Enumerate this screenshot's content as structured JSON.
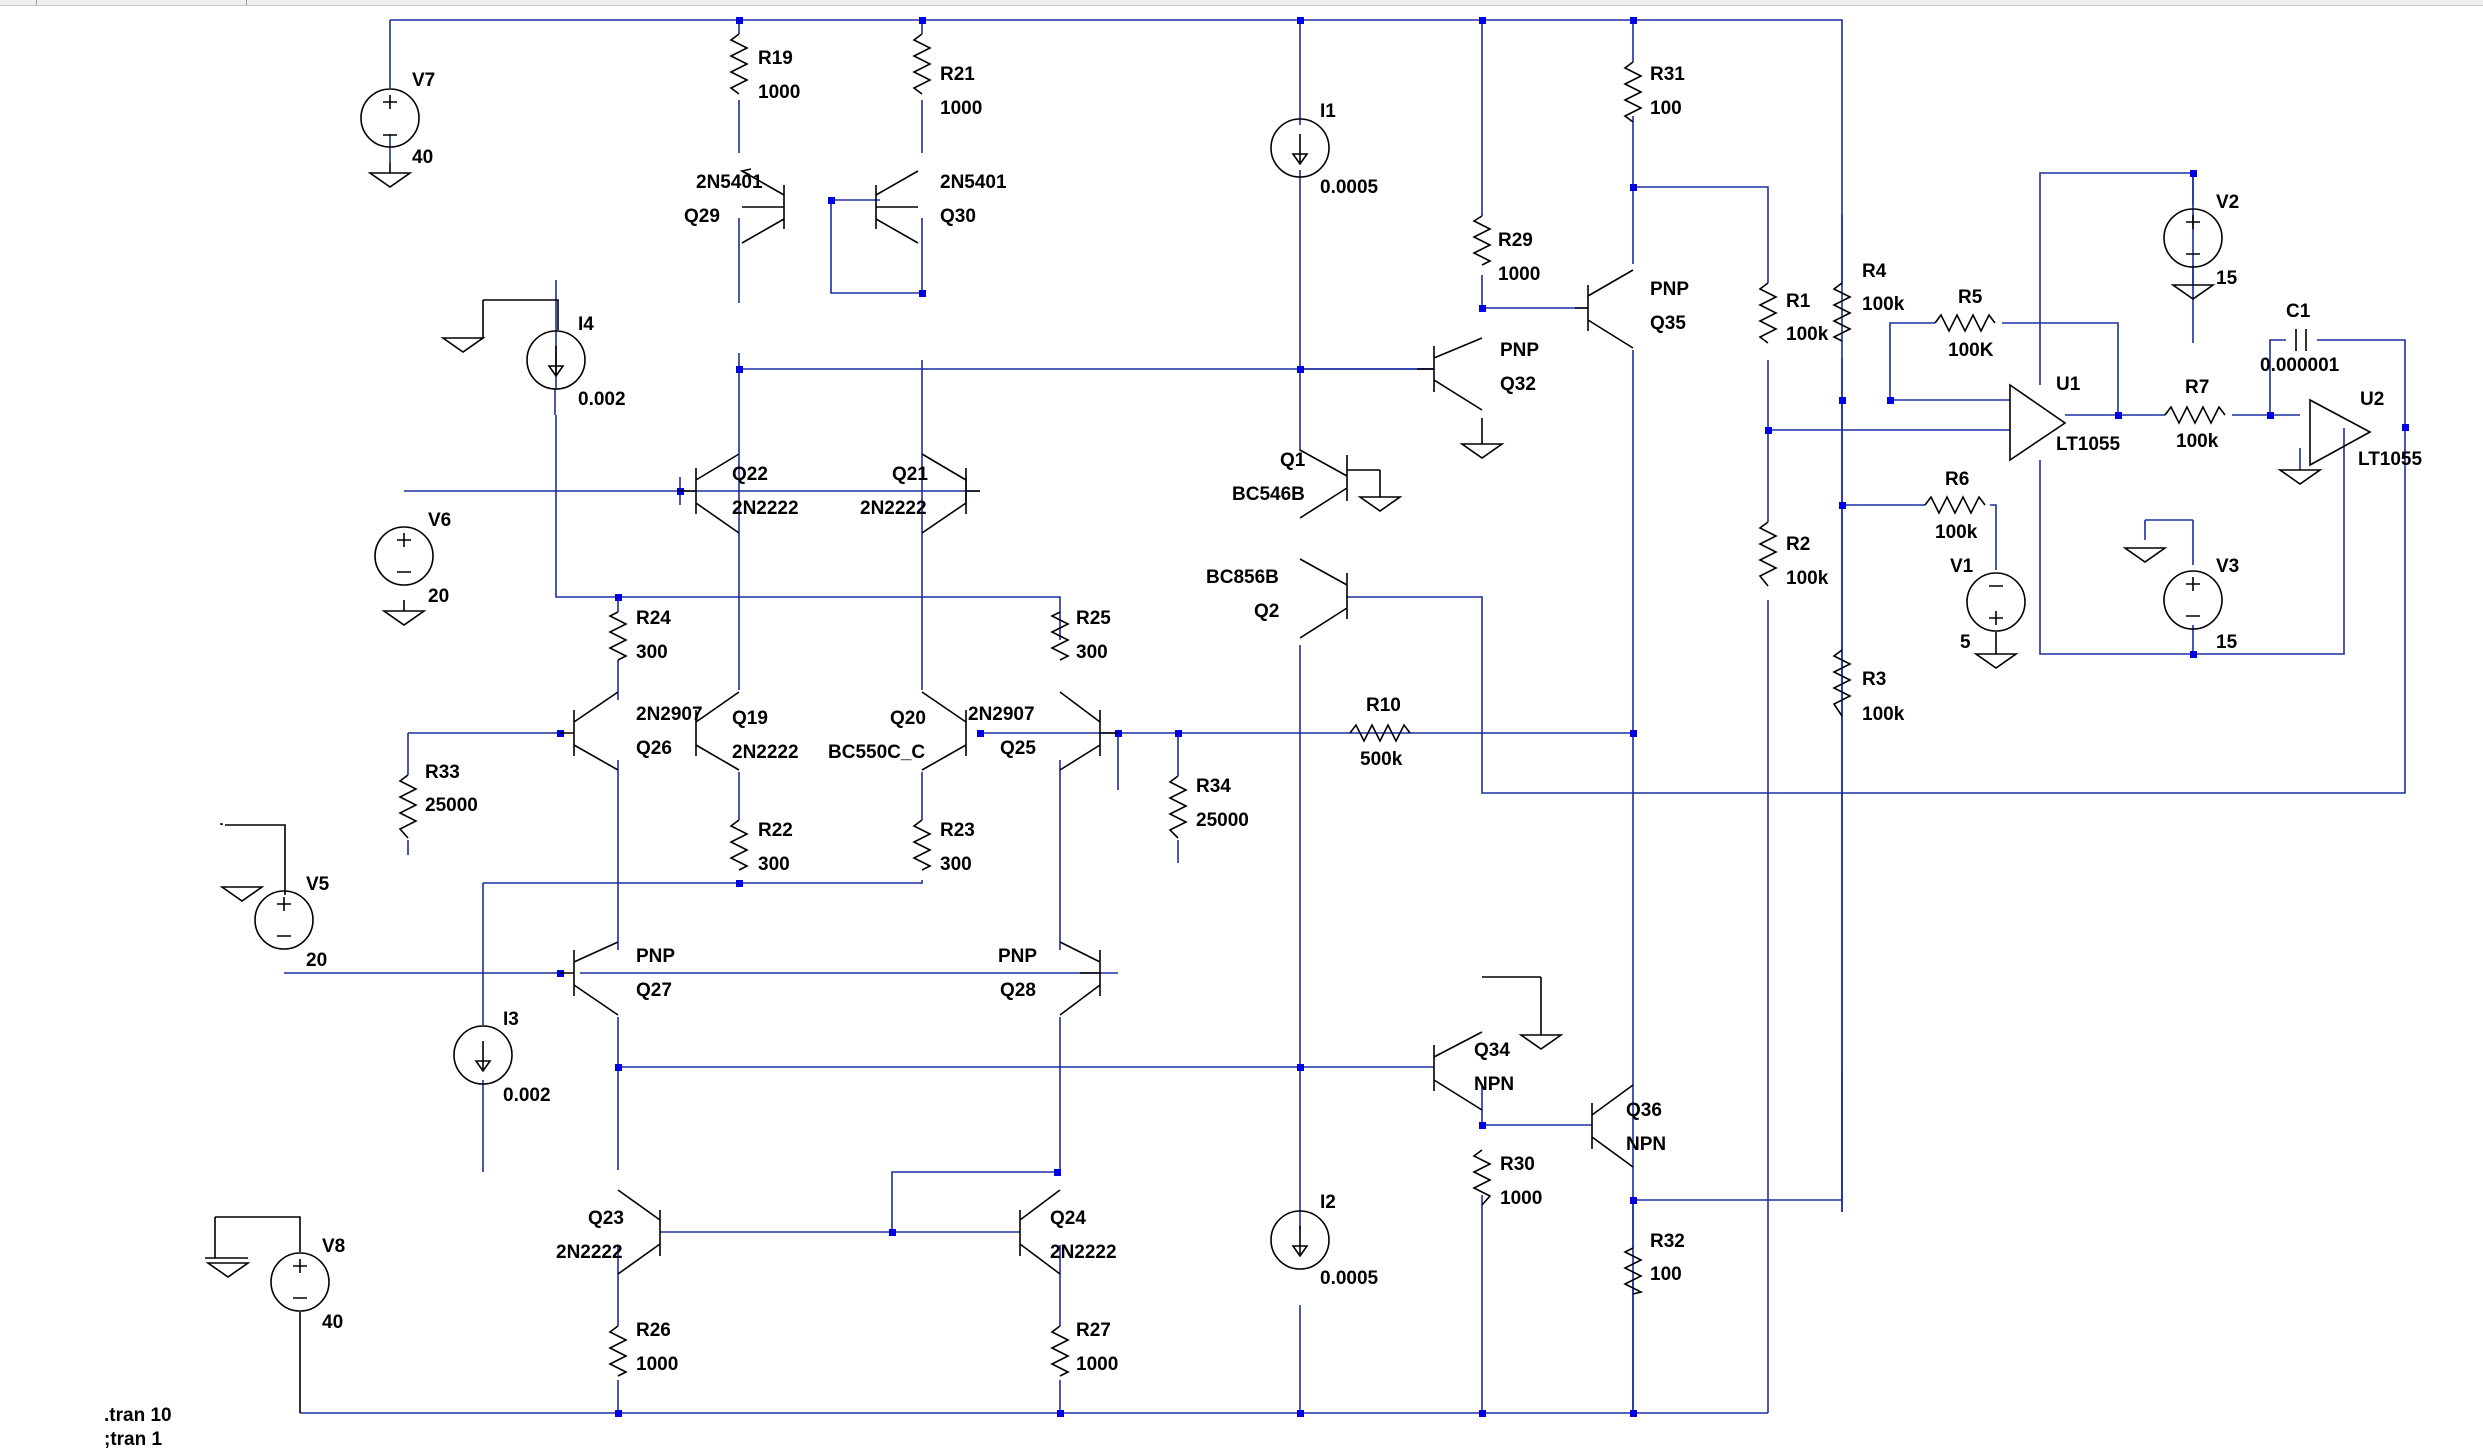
{
  "components": [
    {
      "ref": "V7",
      "value": "40"
    },
    {
      "ref": "V6",
      "value": "20"
    },
    {
      "ref": "V5",
      "value": "20"
    },
    {
      "ref": "V8",
      "value": "40"
    },
    {
      "ref": "V2",
      "value": "15"
    },
    {
      "ref": "V3",
      "value": "15"
    },
    {
      "ref": "V1",
      "value": "5"
    },
    {
      "ref": "I4",
      "value": "0.002"
    },
    {
      "ref": "I3",
      "value": "0.002"
    },
    {
      "ref": "I1",
      "value": "0.0005"
    },
    {
      "ref": "I2",
      "value": "0.0005"
    },
    {
      "ref": "R19",
      "value": "1000"
    },
    {
      "ref": "R21",
      "value": "1000"
    },
    {
      "ref": "R31",
      "value": "100"
    },
    {
      "ref": "R29",
      "value": "1000"
    },
    {
      "ref": "R1",
      "value": "100k"
    },
    {
      "ref": "R4",
      "value": "100k"
    },
    {
      "ref": "R5",
      "value": "100K"
    },
    {
      "ref": "R7",
      "value": "100k"
    },
    {
      "ref": "R6",
      "value": "100k"
    },
    {
      "ref": "R2",
      "value": "100k"
    },
    {
      "ref": "R3",
      "value": "100k"
    },
    {
      "ref": "R24",
      "value": "300"
    },
    {
      "ref": "R25",
      "value": "300"
    },
    {
      "ref": "R33",
      "value": "25000"
    },
    {
      "ref": "R34",
      "value": "25000"
    },
    {
      "ref": "R22",
      "value": "300"
    },
    {
      "ref": "R23",
      "value": "300"
    },
    {
      "ref": "R10",
      "value": "500k"
    },
    {
      "ref": "R30",
      "value": "1000"
    },
    {
      "ref": "R32",
      "value": "100"
    },
    {
      "ref": "R26",
      "value": "1000"
    },
    {
      "ref": "R27",
      "value": "1000"
    },
    {
      "ref": "C1",
      "value": "0.000001"
    },
    {
      "ref": "Q29",
      "value": "2N5401"
    },
    {
      "ref": "Q30",
      "value": "2N5401"
    },
    {
      "ref": "Q22",
      "value": "2N2222"
    },
    {
      "ref": "Q21",
      "value": "2N2222"
    },
    {
      "ref": "Q26",
      "value": "2N2907"
    },
    {
      "ref": "Q25",
      "value": "2N2907"
    },
    {
      "ref": "Q19",
      "value": "2N2222"
    },
    {
      "ref": "Q20",
      "value": "BC550C_C"
    },
    {
      "ref": "Q27",
      "value": "PNP"
    },
    {
      "ref": "Q28",
      "value": "PNP"
    },
    {
      "ref": "Q23",
      "value": "2N2222"
    },
    {
      "ref": "Q24",
      "value": "2N2222"
    },
    {
      "ref": "Q1",
      "value": "BC546B"
    },
    {
      "ref": "Q2",
      "value": "BC856B"
    },
    {
      "ref": "Q32",
      "value": "PNP"
    },
    {
      "ref": "Q35",
      "value": "PNP"
    },
    {
      "ref": "Q34",
      "value": "NPN"
    },
    {
      "ref": "Q36",
      "value": "NPN"
    },
    {
      "ref": "U1",
      "value": "LT1055"
    },
    {
      "ref": "U2",
      "value": "LT1055"
    }
  ],
  "directives": [
    ".tran 10",
    ";tran 1"
  ],
  "colors": {
    "wire": "#1b2fa0",
    "junction": "#0000e6",
    "symbol": "#000000",
    "background": "#ffffff"
  }
}
